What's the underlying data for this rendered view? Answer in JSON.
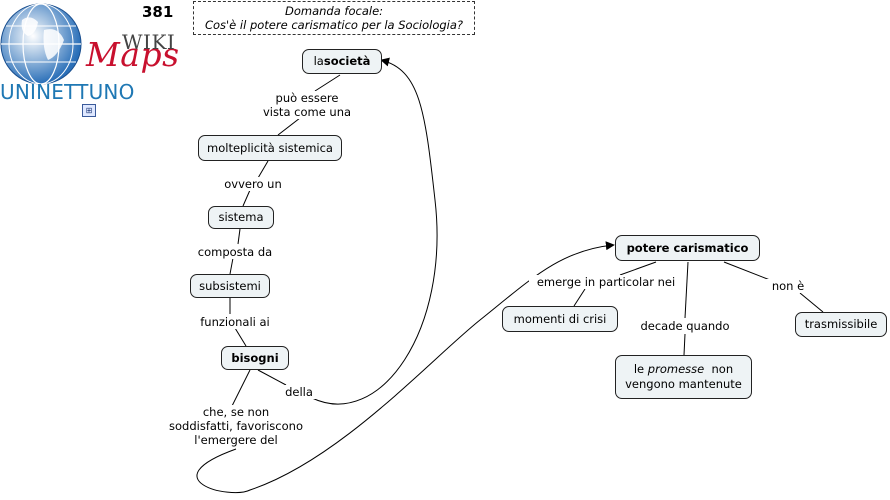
{
  "page_number": "381",
  "logo": {
    "wiki_text": "WIKI",
    "maps_text": "Maps",
    "org_text": "UNINETTUNO"
  },
  "focal_question": {
    "line1": "Domanda focale:",
    "line2": "Cos'è il potere carismatico per la Sociologia?"
  },
  "nodes": {
    "societa": {
      "prefix": "la ",
      "emph": "società"
    },
    "molteplicita": "molteplicità sistemica",
    "sistema": "sistema",
    "subsistemi": "subsistemi",
    "bisogni": "bisogni",
    "potere": "potere carismatico",
    "crisi": "momenti di crisi",
    "promesse": {
      "pre": "le ",
      "emph": "promesse",
      "post": "  non",
      "line2": "vengono mantenute"
    },
    "trasmissibile": "trasmissibile"
  },
  "links": {
    "puo_essere": {
      "line1": "può essere",
      "line2": "vista come una"
    },
    "ovvero_un": "ovvero un",
    "composta_da": "composta da",
    "funzionali_ai": "funzionali ai",
    "della": "della",
    "che_se_non": {
      "line1": "che, se non",
      "line2": "soddisfatti, favoriscono",
      "line3": "l'emergere del"
    },
    "emerge": "emerge in particolar nei",
    "decade": "decade quando",
    "non_e": "non è"
  },
  "colors": {
    "node_fill": "#eef3f5",
    "node_border": "#222222",
    "logo_red": "#c8102e",
    "logo_blue": "#1f78b4"
  }
}
